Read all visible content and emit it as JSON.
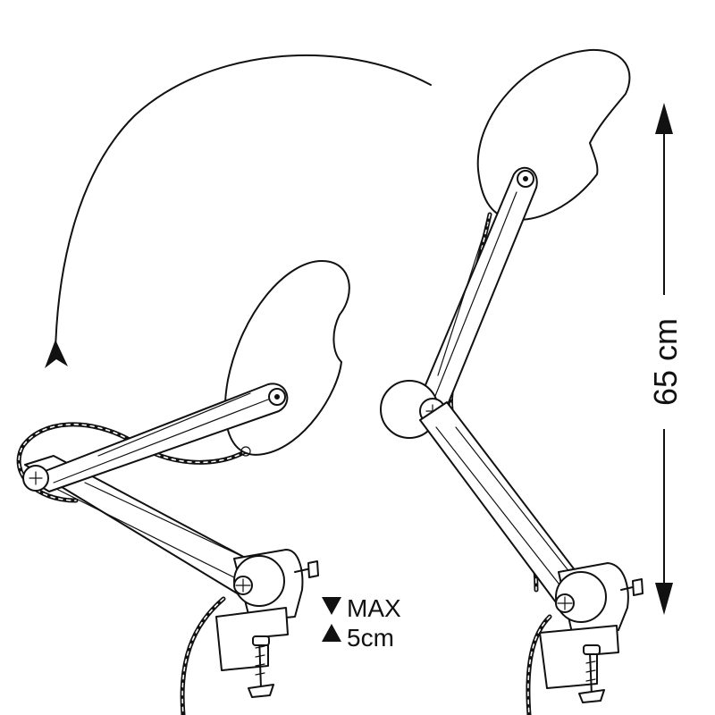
{
  "diagram": {
    "clamp_label_line1": "MAX",
    "clamp_label_line2": "5cm",
    "height_label": "65 cm"
  },
  "colors": {
    "ink": "#111111",
    "paper": "#ffffff"
  }
}
